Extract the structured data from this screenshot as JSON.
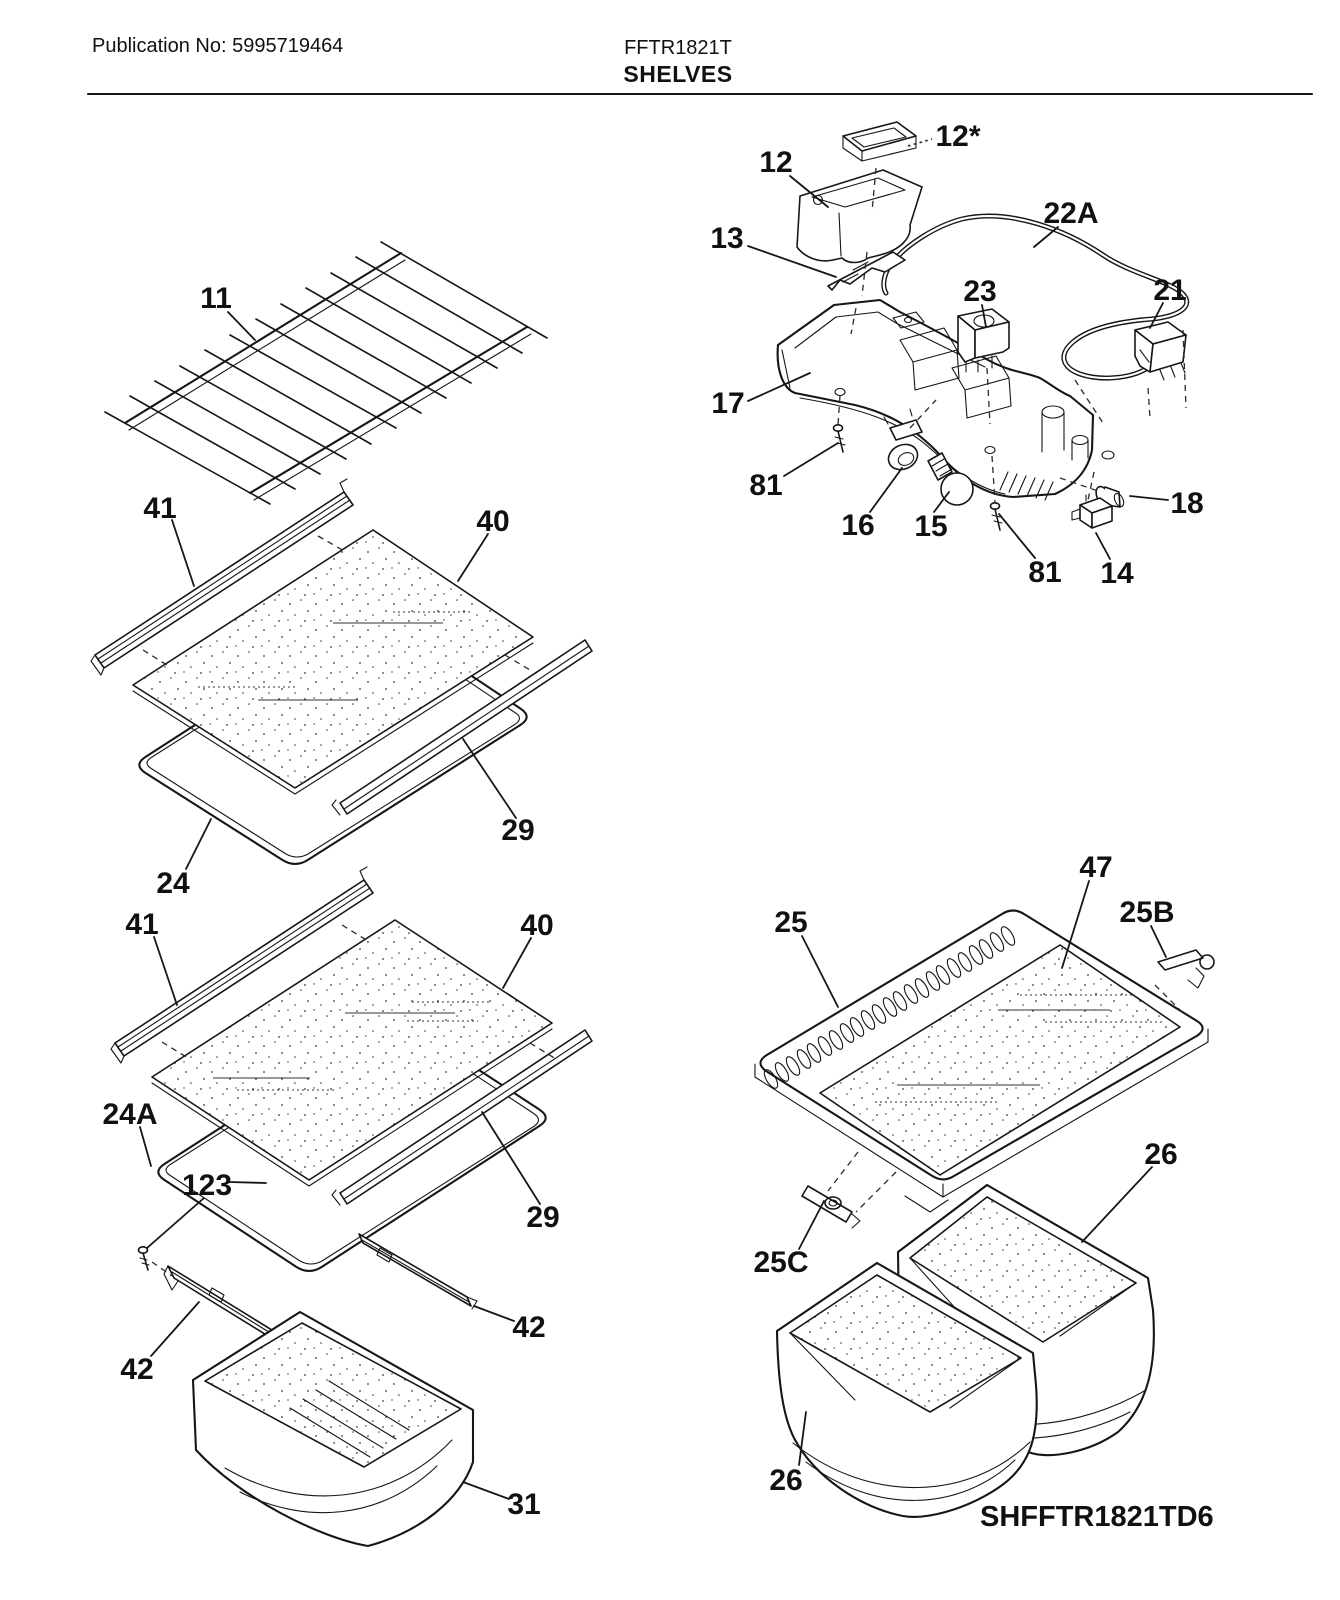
{
  "page": {
    "publication": "Publication No: 5995719464",
    "model": "FFTR1821T",
    "section_title": "SHELVES",
    "diagram_code": "SHFFTR1821TD6"
  },
  "callouts": [
    {
      "label": "11"
    },
    {
      "label": "12*"
    },
    {
      "label": "12"
    },
    {
      "label": "13"
    },
    {
      "label": "22A"
    },
    {
      "label": "23"
    },
    {
      "label": "21"
    },
    {
      "label": "17"
    },
    {
      "label": "81"
    },
    {
      "label": "16"
    },
    {
      "label": "15"
    },
    {
      "label": "81"
    },
    {
      "label": "14"
    },
    {
      "label": "18"
    },
    {
      "label": "41"
    },
    {
      "label": "40"
    },
    {
      "label": "29"
    },
    {
      "label": "24"
    },
    {
      "label": "41"
    },
    {
      "label": "40"
    },
    {
      "label": "24A"
    },
    {
      "label": "123"
    },
    {
      "label": "29"
    },
    {
      "label": "42"
    },
    {
      "label": "42"
    },
    {
      "label": "31"
    },
    {
      "label": "25"
    },
    {
      "label": "47"
    },
    {
      "label": "25B"
    },
    {
      "label": "25C"
    },
    {
      "label": "26"
    },
    {
      "label": "26"
    }
  ]
}
